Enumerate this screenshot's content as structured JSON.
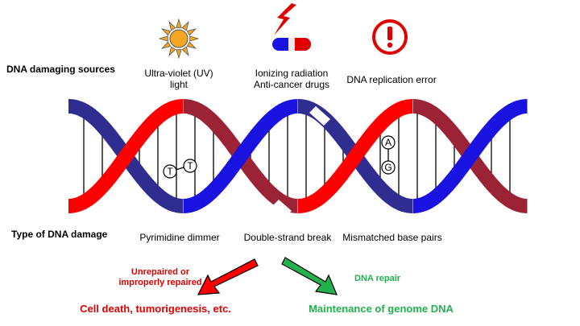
{
  "labels": {
    "sources_heading": "DNA damaging sources",
    "damage_heading": "Type of DNA damage"
  },
  "sources": [
    {
      "line1": "Ultra-violet (UV)",
      "line2": "light",
      "icon": "sun-icon"
    },
    {
      "line1": "Ionizing radiation",
      "line2": "Anti-cancer drugs",
      "icon": "lightning-capsule-icon"
    },
    {
      "line1": "DNA replication error",
      "line2": "",
      "icon": "exclamation-circle-icon"
    }
  ],
  "damage_types": [
    "Pyrimidine dimmer",
    "Double-strand break",
    "Mismatched base pairs"
  ],
  "bases": {
    "dimer_1": "T",
    "dimer_2": "T",
    "mismatch_1": "A",
    "mismatch_2": "G"
  },
  "outcomes": {
    "unrepaired_line1": "Unrepaired or",
    "unrepaired_line2": "improperly repaired",
    "bad_result": "Cell death, tumorigenesis, etc.",
    "repair_label": "DNA repair",
    "good_result": "Maintenance of genome DNA"
  },
  "colors": {
    "strand_red": "#ff0000",
    "strand_blue": "#1a12e0",
    "strand_dark_red": "#9b2335",
    "strand_dark_blue": "#2f2d8f",
    "sun": "#f5a623",
    "alert_red": "#e00000",
    "repair_green": "#22b14c"
  }
}
